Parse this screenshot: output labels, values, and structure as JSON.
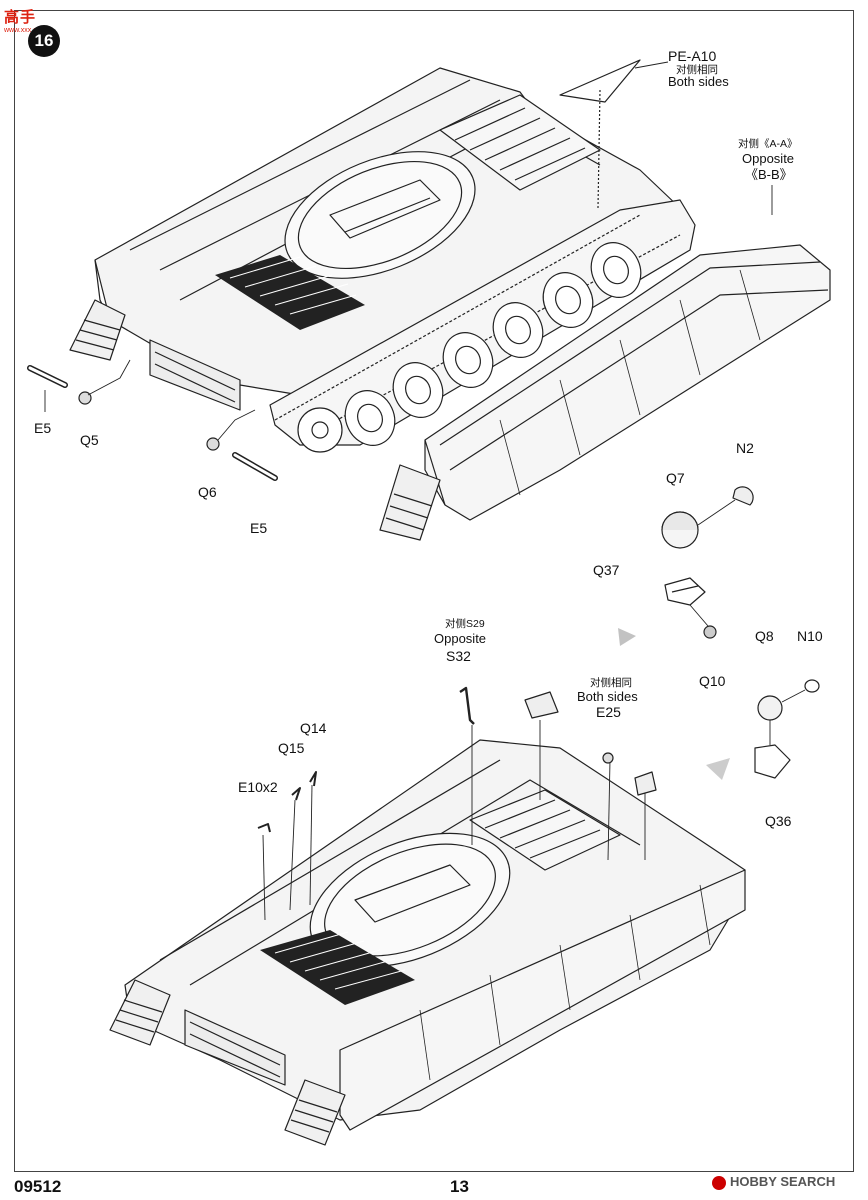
{
  "header": {
    "watermark": "高手",
    "watermark_sub": "www.xxx.com",
    "step_number": "16"
  },
  "callouts": {
    "pe_a10": "PE-A10",
    "pe_a10_cn": "对侧相同",
    "pe_a10_en": "Both sides",
    "opposite_cn": "对侧《A-A》",
    "opposite_en": "Opposite",
    "opposite_ref": "《B-B》",
    "e5_left": "E5",
    "q5": "Q5",
    "q6": "Q6",
    "e5_lower": "E5",
    "n2": "N2",
    "q7": "Q7",
    "q37": "Q37",
    "q10": "Q10",
    "q8": "Q8",
    "n10": "N10",
    "q36": "Q36",
    "s29_cn": "对侧S29",
    "s29_en": "Opposite",
    "s32": "S32",
    "both_cn": "对侧相同",
    "both_en": "Both sides",
    "e25": "E25",
    "q14": "Q14",
    "q15": "Q15",
    "e10x2": "E10x2"
  },
  "footer": {
    "kit_number": "09512",
    "page_number": "13",
    "source_badge": "HOBBY SEARCH"
  }
}
